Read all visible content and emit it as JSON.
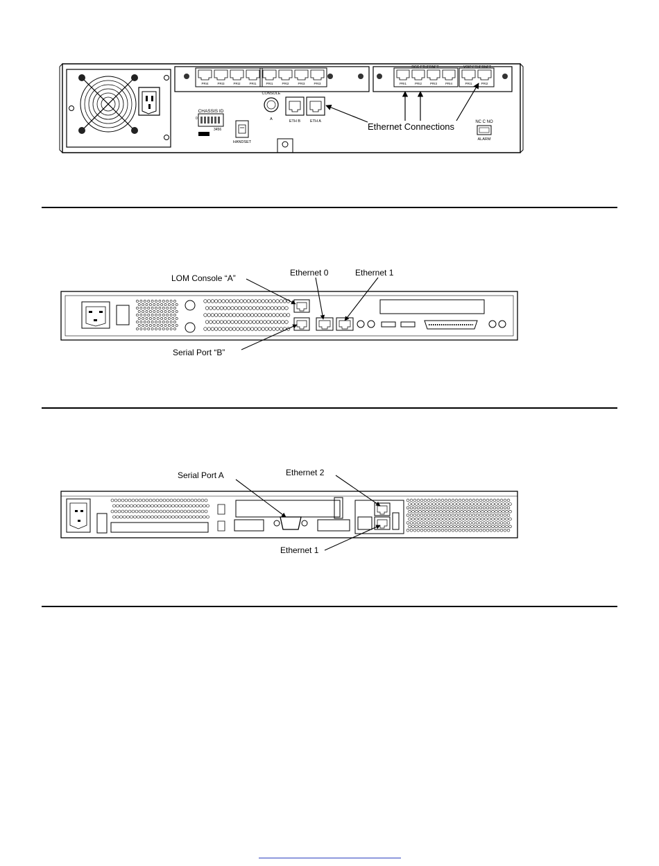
{
  "figure1": {
    "callout": "Ethernet Connections",
    "labels": {
      "chassis_id": "CHASSIS ID",
      "chassis_0": "0",
      "chassis_dip": "3456",
      "handset": "HANDSET",
      "console": "CONSOLE",
      "console_a": "A",
      "eth_b": "ETH B",
      "eth_a": "ETH A",
      "dcc_ethernet": "DCC ETHERNET",
      "voip_ethernet": "VOIP ETHERNET",
      "alarm_contacts": "NC C NO",
      "alarm": "ALARM",
      "group1_ports": [
        "PRI4",
        "PRI3",
        "PRI2",
        "PRI1"
      ],
      "group2_ports": [
        "PRI1",
        "PRI2",
        "PRI3",
        "PRI3"
      ],
      "dcc_ports": [
        "PRI1",
        "PRI2",
        "PRI3",
        "PRI4"
      ],
      "voip_ports": [
        "PRI1",
        "PRI2"
      ]
    }
  },
  "figure2": {
    "lom_console": "LOM Console “A”",
    "ethernet0": "Ethernet 0",
    "ethernet1": "Ethernet 1",
    "serial_b": "Serial Port “B”"
  },
  "figure3": {
    "serial_a": "Serial Port A",
    "ethernet2": "Ethernet 2",
    "ethernet1": "Ethernet 1"
  }
}
